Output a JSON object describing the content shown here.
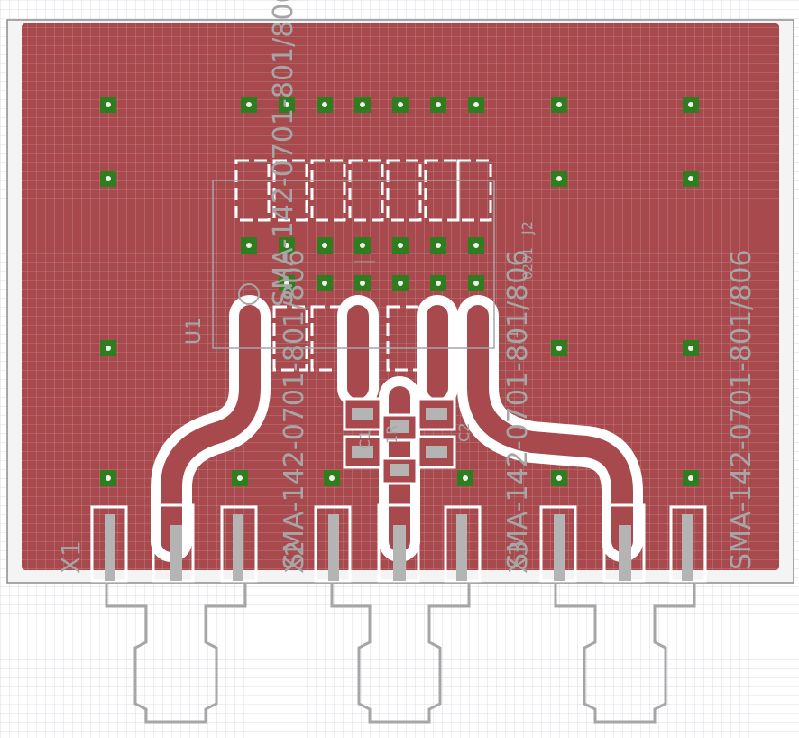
{
  "colors": {
    "background": "#ffffff",
    "grid": "#d9dde3",
    "board_outline": "#8c8c8c",
    "copper": "#a84a4d",
    "copper_grid": "#c3878a",
    "clearance": "#ffffff",
    "via": "#2e7d1e",
    "via_hole": "#f0f0f0",
    "silkscreen": "#a6a6a6"
  },
  "labels": {
    "u1": "U1",
    "u1_footprint": "SMA-142-0701-801/806",
    "x1": "X1",
    "x1_footprint": "SMA-142-0701-801/806",
    "x2": "X2",
    "x2_footprint": "SMA-142-0701-801/806",
    "x3": "X3",
    "x3_footprint": "SMA-142-0701-801/806",
    "pkg": "0201",
    "j1": "J1",
    "j2": "J2",
    "c1": "C1",
    "c2": "C2",
    "r1": "1R"
  }
}
